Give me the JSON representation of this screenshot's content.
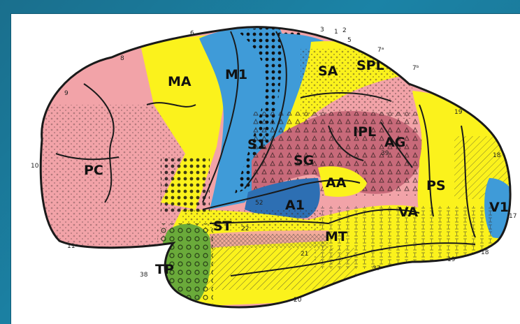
{
  "diagram": {
    "regions": [
      {
        "id": "PC",
        "label": "PC",
        "color": "#f2a3a8"
      },
      {
        "id": "MA",
        "label": "MA",
        "color": "#fbf21c"
      },
      {
        "id": "M1",
        "label": "M1",
        "color": "#3f9bd8"
      },
      {
        "id": "S1",
        "label": "S1",
        "color": "#3f9bd8"
      },
      {
        "id": "SA",
        "label": "SA",
        "color": "#fbf21c"
      },
      {
        "id": "SPL",
        "label": "SPL",
        "color": "#fbf21c"
      },
      {
        "id": "IPL",
        "label": "IPL",
        "color": "#c86a7a"
      },
      {
        "id": "SG",
        "label": "SG",
        "color": "#c86a7a"
      },
      {
        "id": "AG",
        "label": "AG",
        "color": "#c86a7a"
      },
      {
        "id": "AA",
        "label": "AA",
        "color": "#fbf21c"
      },
      {
        "id": "A1",
        "label": "A1",
        "color": "#3f9bd8"
      },
      {
        "id": "PS",
        "label": "PS",
        "color": "#fbf21c"
      },
      {
        "id": "V1",
        "label": "V1",
        "color": "#3f9bd8"
      },
      {
        "id": "VA",
        "label": "VA",
        "color": "#fbf21c"
      },
      {
        "id": "ST",
        "label": "ST",
        "color": "#fbf21c"
      },
      {
        "id": "MT",
        "label": "MT",
        "color": "#fbf21c"
      },
      {
        "id": "TP",
        "label": "TP",
        "color": "#6aaa3a"
      }
    ],
    "area_numbers": {
      "n6": "6",
      "n3": "3",
      "n1": "1",
      "n2": "2",
      "n5": "5",
      "n7a": "7ᵃ",
      "n7b": "7ᵇ",
      "n8": "8",
      "n9": "9",
      "n10": "10",
      "n11": "11",
      "n19a": "19",
      "n18a": "18",
      "n17": "17",
      "n18b": "18",
      "n19b": "19",
      "n37": "37",
      "n20": "20",
      "n21": "21",
      "n38": "38",
      "n22": "22",
      "n39": "39",
      "n52": "52"
    }
  }
}
